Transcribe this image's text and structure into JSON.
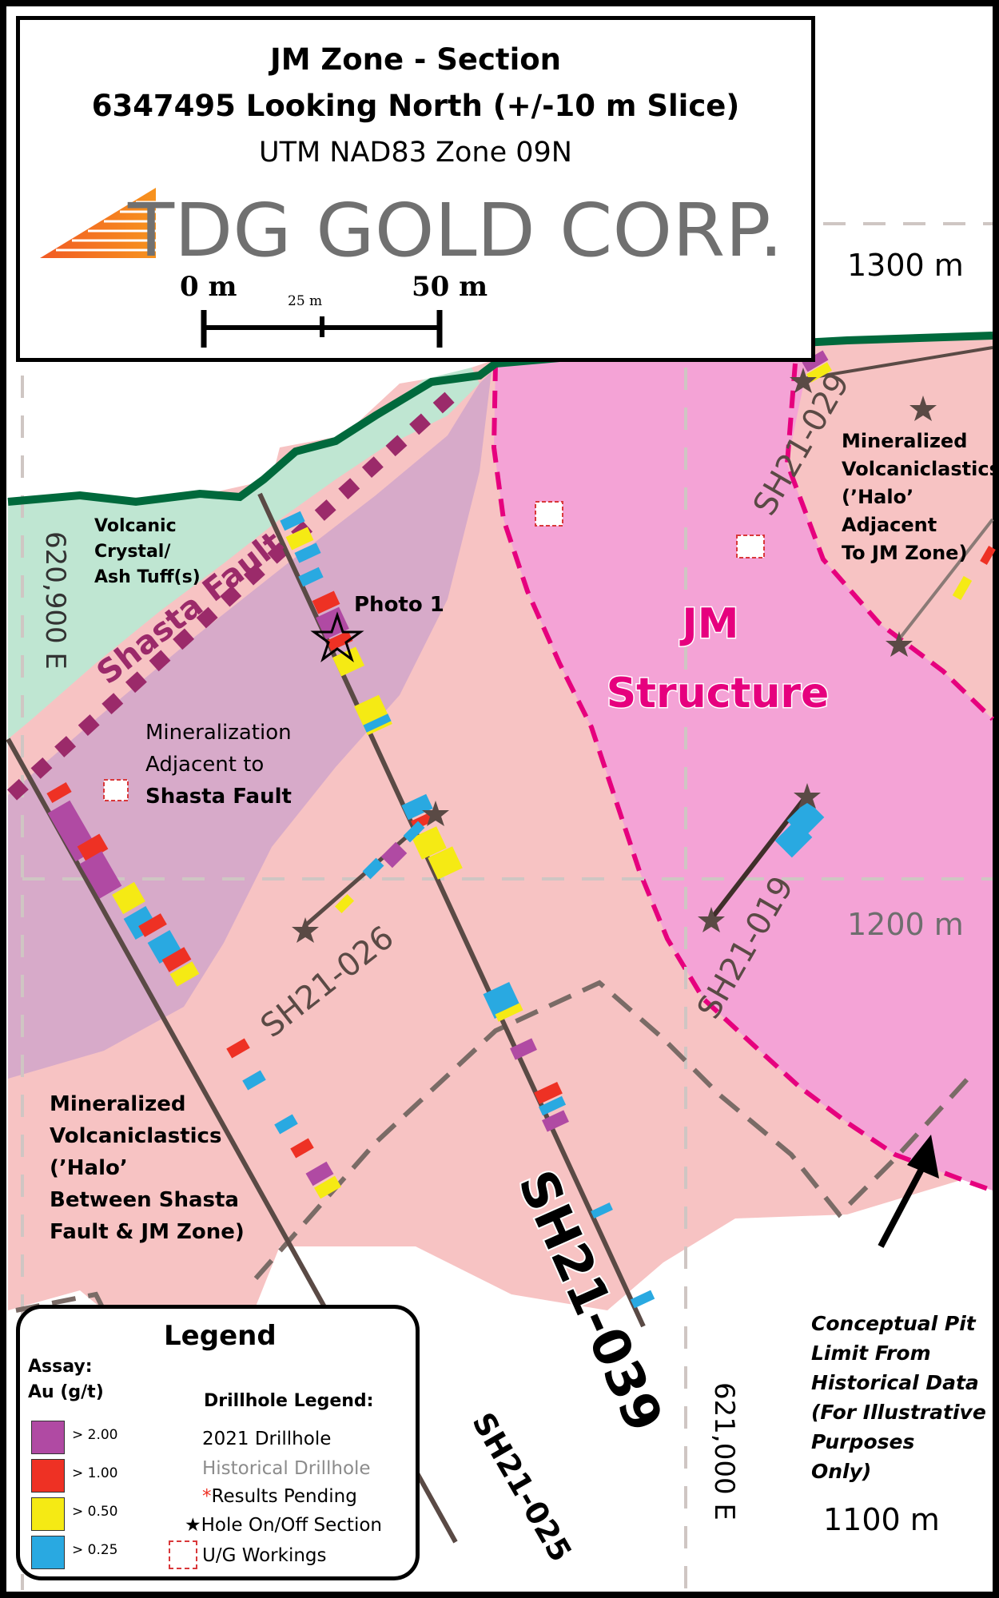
{
  "title": {
    "line1": "JM Zone - Section",
    "line2": "6347495 Looking North (+/-10 m Slice)",
    "line3": "UTM NAD83 Zone 09N",
    "logo_text": "TDG GOLD CORP."
  },
  "scale_bar": {
    "left_label": "0 m",
    "mid_label": "25 m",
    "right_label": "50 m"
  },
  "grid_labels": {
    "elev_1300": "1300 m",
    "elev_1200": "1200 m",
    "elev_1100": "1100 m",
    "east_620900": "620,900 E",
    "east_621000": "621,000 E"
  },
  "units": {
    "tuff": "Volcanic\nCrystal/\nAsh Tuff(s)",
    "shasta_fault": "Shasta Fault",
    "mineralization_adjacent": [
      "Mineralization",
      "Adjacent to",
      "Shasta Fault"
    ],
    "jm_structure": [
      "JM",
      "Structure"
    ],
    "halo_left": [
      "Mineralized",
      "Volcaniclastics",
      "(’Halo’",
      "Between Shasta",
      "Fault & JM  Zone)"
    ],
    "halo_right": [
      "Mineralized",
      "Volcaniclastics",
      "(’Halo’",
      "Adjacent",
      "To JM Zone)"
    ],
    "photo": "Photo 1",
    "pit_note": [
      "Conceptual Pit",
      "Limit From",
      "Historical Data",
      "(For Illustrative",
      "Purposes",
      "Only)"
    ]
  },
  "drillholes": {
    "sh21_039": "SH21-039",
    "sh21_025": "SH21-025",
    "sh21_026": "SH21-026",
    "sh21_029": "SH21-029",
    "sh21_019": "SH21-019"
  },
  "legend": {
    "title": "Legend",
    "assay_title": [
      "Assay:",
      "Au (g/t)"
    ],
    "assay_items": [
      {
        "label": "> 2.00",
        "color": "#b04aa3"
      },
      {
        "label": "> 1.00",
        "color": "#ee3124"
      },
      {
        "label": "> 0.50",
        "color": "#f5ea14"
      },
      {
        "label": "> 0.25",
        "color": "#29a9e1"
      }
    ],
    "drillhole_title": "Drillhole Legend:",
    "drillhole_items": {
      "y2021": "2021 Drillhole",
      "historical": "Historical Drillhole",
      "pending_mark": "*",
      "pending": "Results Pending",
      "onoff": "Hole On/Off Section",
      "ug": "U/G Workings"
    }
  },
  "colors": {
    "halo": "#f7c3c3",
    "tuff": "#bfe6d2",
    "shasta_zone": "#d7aac9",
    "jm_structure": "#f4a3d6",
    "jm_label": "#e6007e",
    "shasta_label": "#9b2a6a",
    "topography": "#00693c",
    "drill_trace": "#5a4a45",
    "pit": "#7a6b66"
  }
}
